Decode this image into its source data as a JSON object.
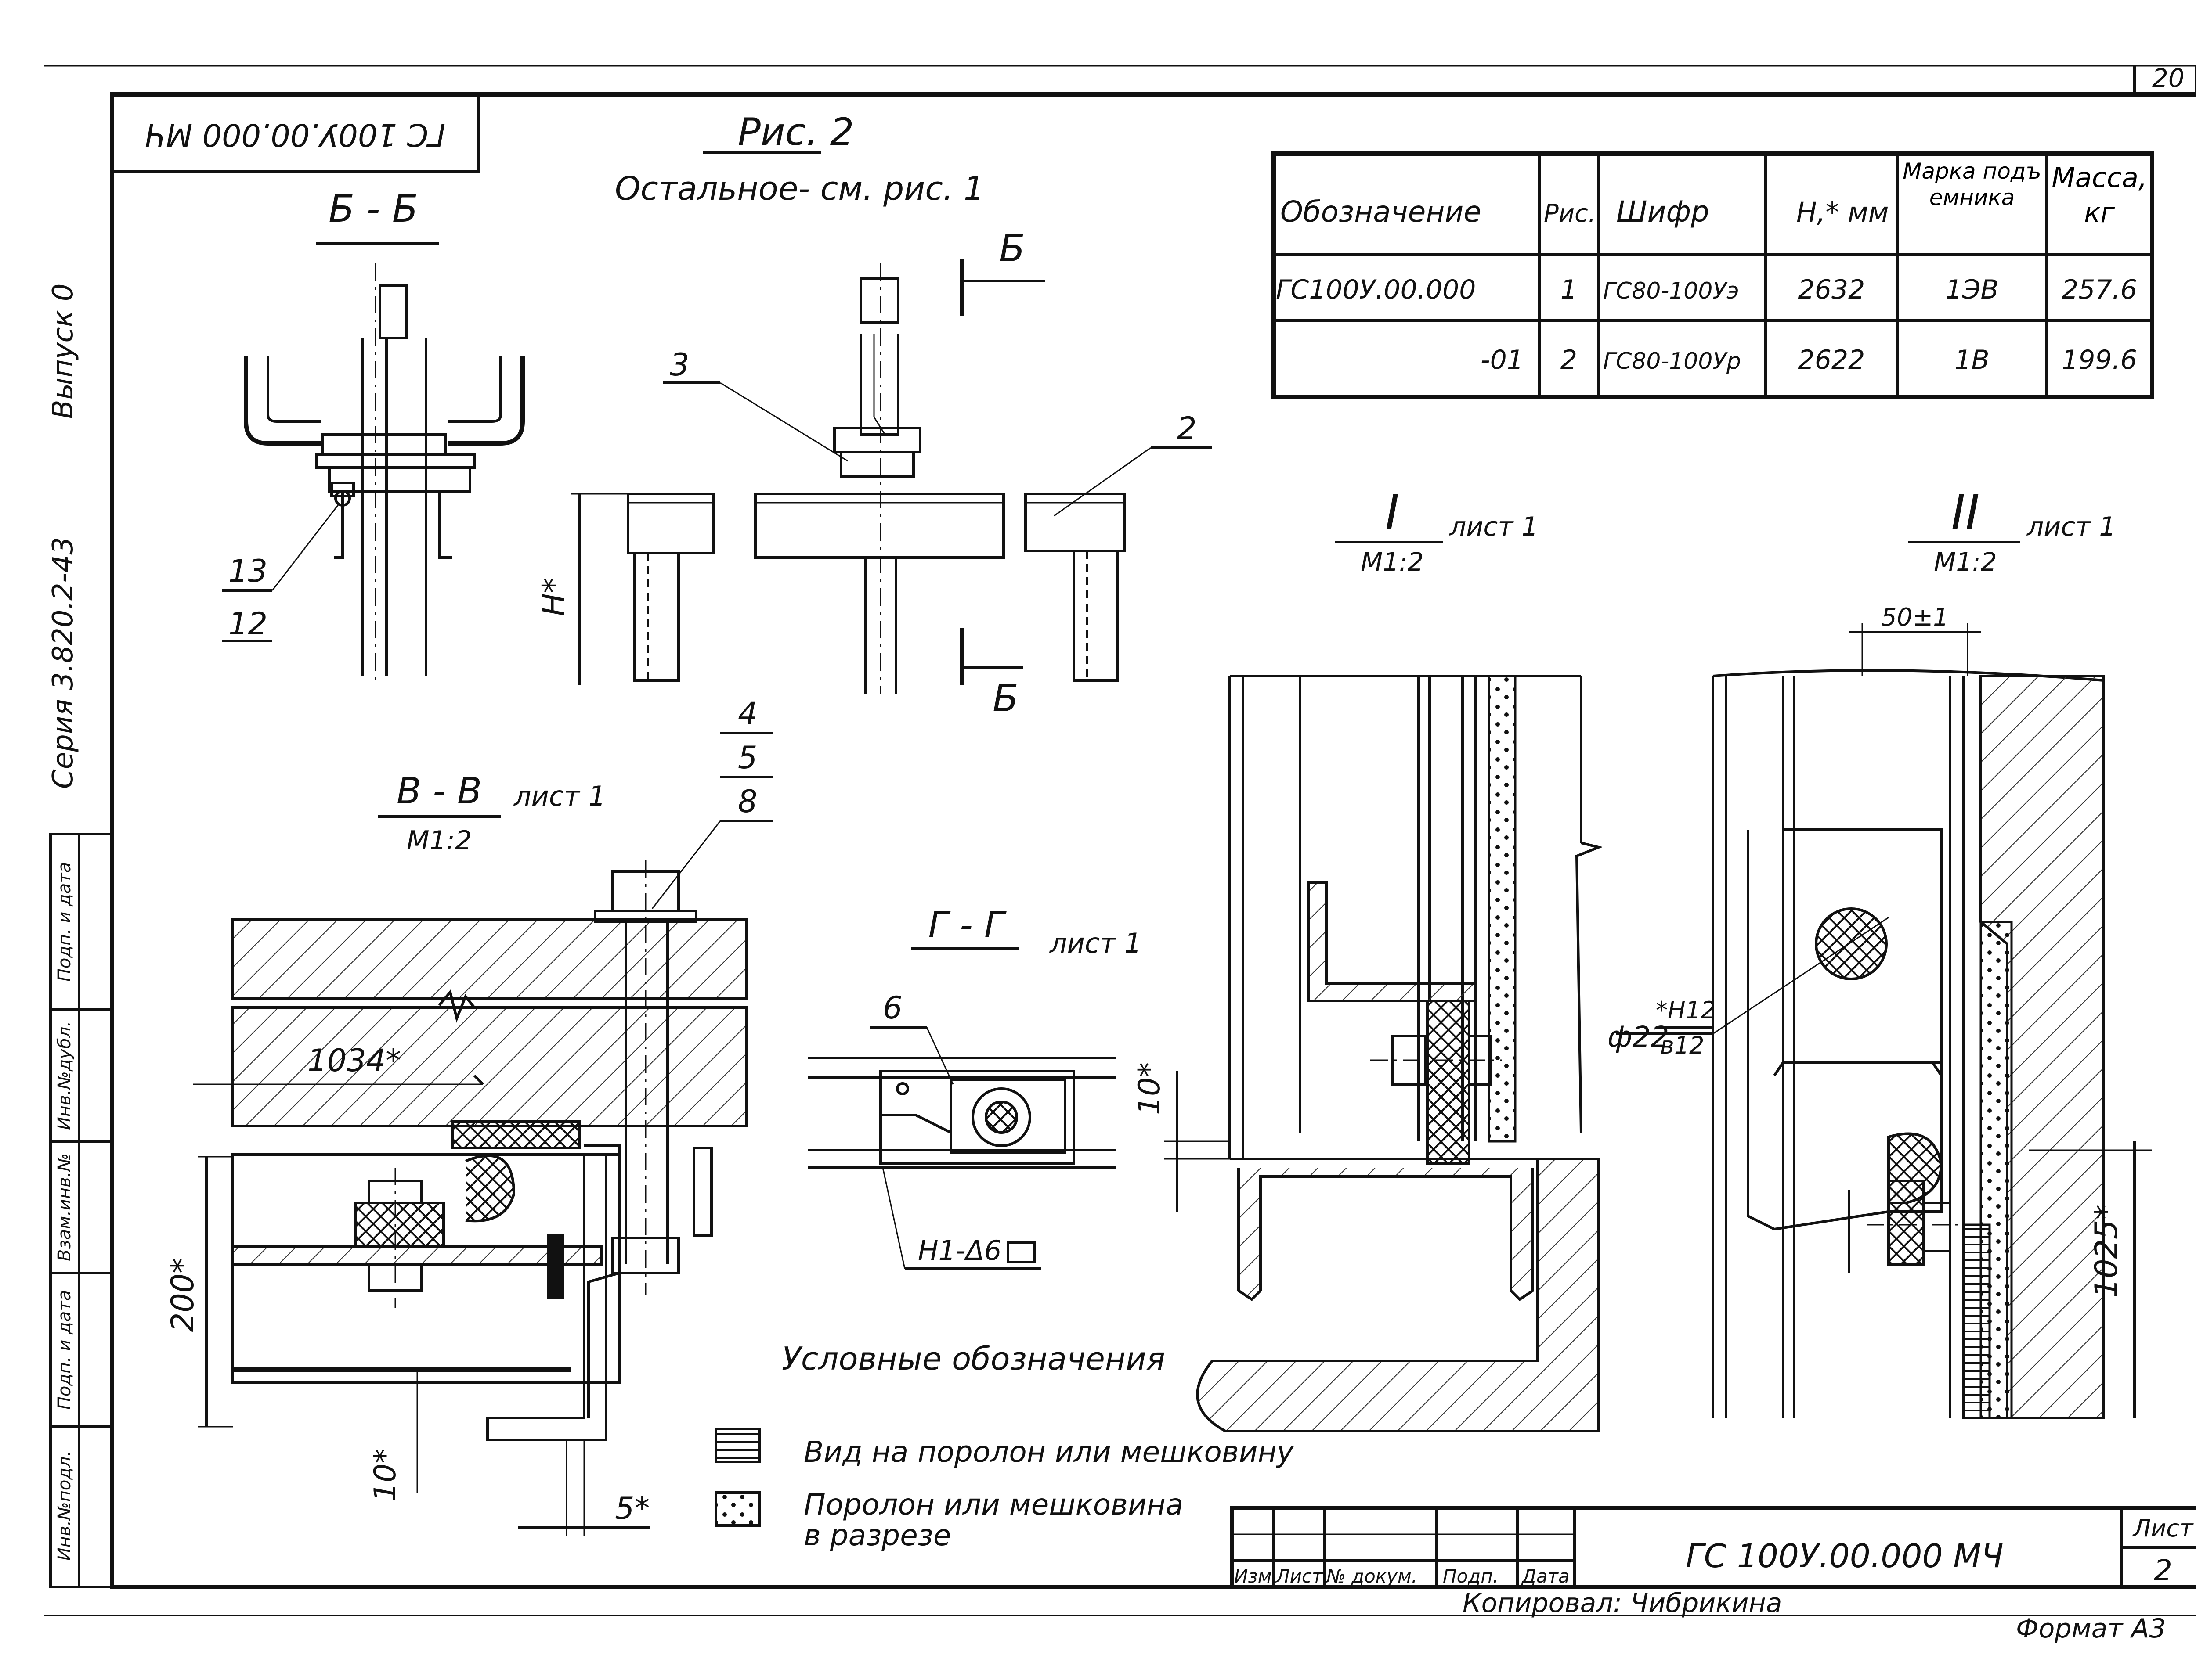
{
  "sheet": {
    "page_number": "20",
    "rotated_stamp": "ГС 100У.00.000 МЧ",
    "vertical_issue": "Выпуск 0",
    "vertical_series": "Серия 3.820.2-43",
    "left_strip": [
      "Инв.№подл.",
      "Подп. и дата",
      "Взам.инв.№",
      "Инв.№дубл.",
      "Подп. и дата"
    ]
  },
  "figure": {
    "title": "Рис. 2",
    "subtitle": "Остальное- см. рис. 1"
  },
  "spec_table": {
    "headers": [
      "Обозначение",
      "Рис.",
      "Шифр",
      "H,* мм",
      "Марка подъемника",
      "Масса, кг"
    ],
    "rows": [
      [
        "ГС100У.00.000",
        "1",
        "ГС80-100Уэ",
        "2632",
        "1ЭВ",
        "257.6"
      ],
      [
        "-01",
        "2",
        "ГС80-100Ур",
        "2622",
        "1В",
        "199.6"
      ]
    ]
  },
  "views": {
    "section_bb": "Б - Б",
    "section_vv": "В - В",
    "section_vv_note": "лист 1",
    "section_vv_scale": "М1:2",
    "section_gg": "Г - Г",
    "section_gg_note": "лист 1",
    "detail_1": "I",
    "detail_1_scale": "М1:2",
    "detail_1_note": "лист 1",
    "detail_2": "II",
    "detail_2_scale": "М1:2",
    "detail_2_note": "лист 1",
    "cut_mark": "Б"
  },
  "labels": {
    "pos_2": "2",
    "pos_3": "3",
    "pos_4": "4",
    "pos_5": "5",
    "pos_6": "6",
    "pos_8": "8",
    "pos_12": "12",
    "pos_13": "13",
    "dim_h": "H*",
    "dim_1034": "1034*",
    "dim_200": "200*",
    "dim_10a": "10*",
    "dim_10b": "10*",
    "dim_5": "5*",
    "dim_50": "50±1",
    "dim_1025": "1025*",
    "dim_phi": "ф22",
    "dim_phi_tol_top": "*H12",
    "dim_phi_tol_bot": "в12",
    "weld_mark": "Н1-Δ6"
  },
  "legend": {
    "title": "Условные обозначения",
    "items": [
      {
        "label": "Вид на поролон или мешковину"
      },
      {
        "label": "Поролон или мешковина",
        "label2": "в разрезе"
      }
    ]
  },
  "title_block": {
    "designation": "ГС 100У.00.000 МЧ",
    "sheet_label": "Лист",
    "sheet_number": "2",
    "columns": [
      "Изм",
      "Лист",
      "№ докум.",
      "Подп.",
      "Дата"
    ]
  },
  "footer": {
    "copied_by": "Копировал: Чибрикина",
    "format": "Формат А3"
  }
}
